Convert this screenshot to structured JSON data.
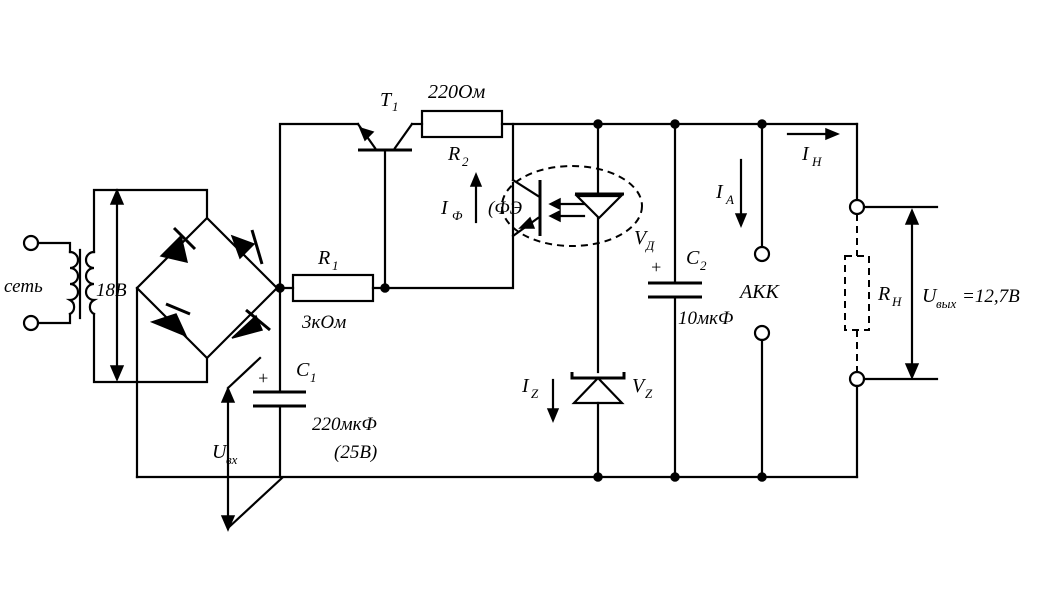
{
  "labels": {
    "mains": "сеть",
    "transformer_voltage": "18В",
    "t1": "T",
    "t1_sub": "1",
    "r2_value": "220Ом",
    "r2": "R",
    "r2_sub": "2",
    "r1": "R",
    "r1_sub": "1",
    "r1_value": "3кОм",
    "i_photo": "I",
    "i_photo_sub": "Ф",
    "photo_element": "ФЭ",
    "led": "V",
    "led_sub": "Д",
    "c2": "C",
    "c2_sub": "2",
    "c2_value": "10мкФ",
    "c2_plus": "+",
    "c1": "C",
    "c1_sub": "1",
    "c1_value": "220мкФ",
    "c1_rating": "(25В)",
    "c1_plus": "+",
    "u_in": "U",
    "u_in_sub": "вх",
    "i_zener": "I",
    "i_zener_sub": "Z",
    "zener": "V",
    "zener_sub": "Z",
    "i_battery": "I",
    "i_battery_sub": "А",
    "battery": "АКК",
    "i_load": "I",
    "i_load_sub": "Н",
    "r_load": "R",
    "r_load_sub": "Н",
    "u_out": "U",
    "u_out_sub": "вых",
    "u_out_value": "=12,7В"
  }
}
